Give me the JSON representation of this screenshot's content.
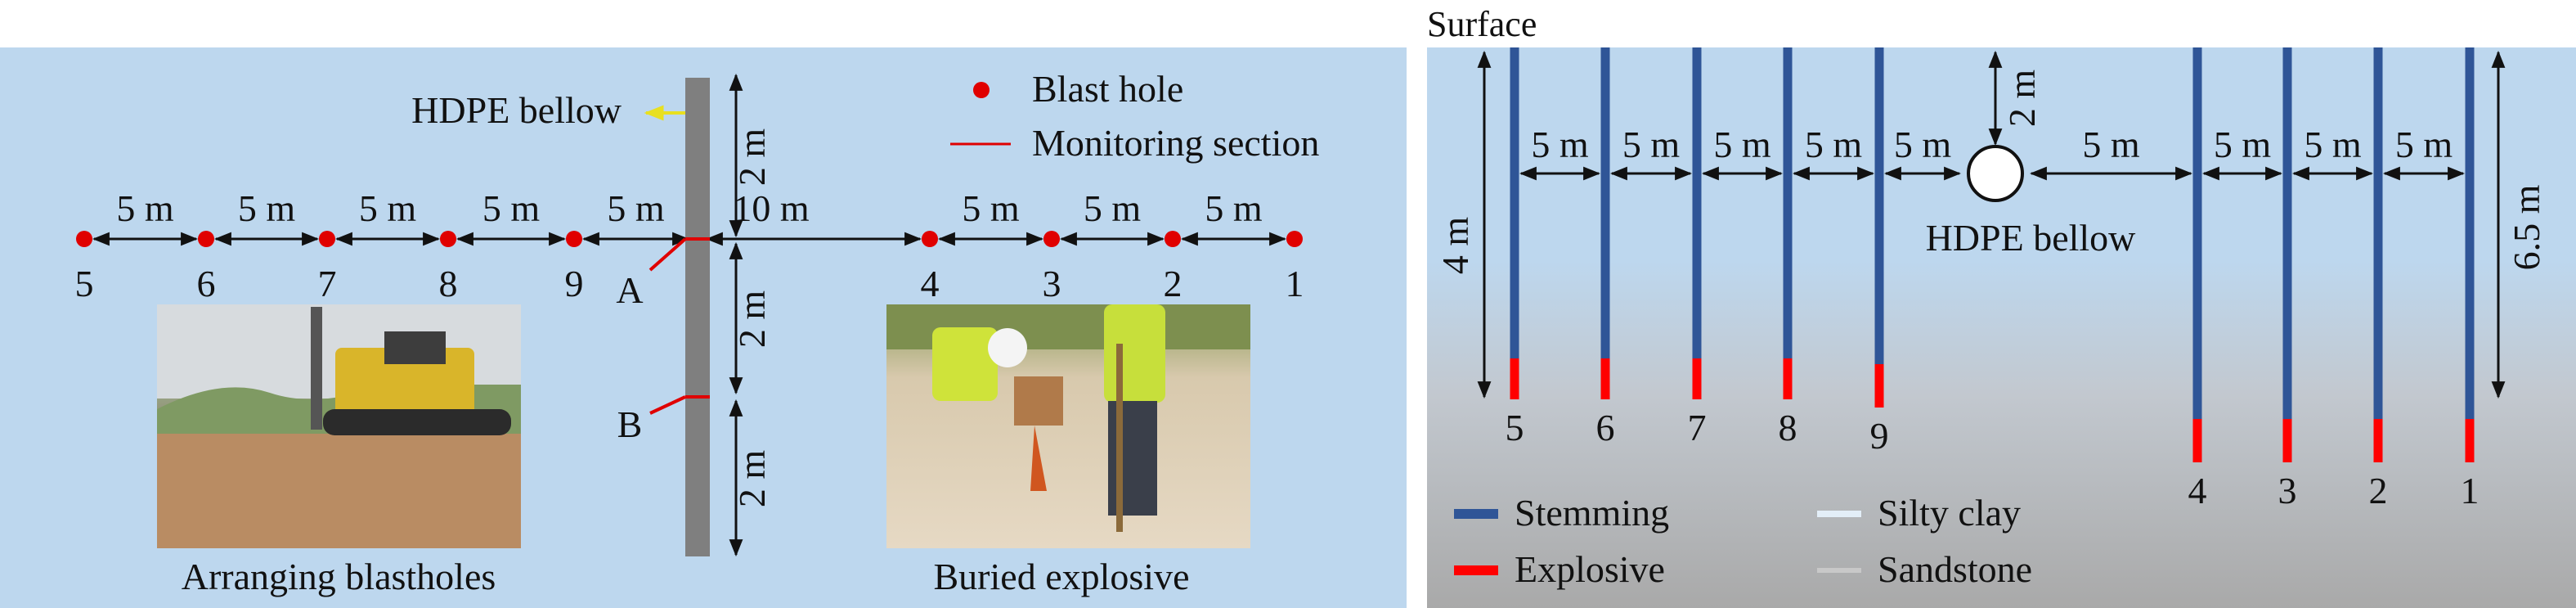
{
  "plan": {
    "legend": {
      "blast_hole": "Blast hole",
      "monitoring_section": "Monitoring section"
    },
    "bellow_label": "HDPE bellow",
    "holes": [
      "5",
      "6",
      "7",
      "8",
      "9",
      "4",
      "3",
      "2",
      "1"
    ],
    "spacings": [
      "5 m",
      "5 m",
      "5 m",
      "5 m",
      "5 m",
      "10 m",
      "5 m",
      "5 m",
      "5 m"
    ],
    "vertical_dims": [
      "2 m",
      "2 m",
      "2 m"
    ],
    "section_labels": [
      "A",
      "B"
    ],
    "photo_captions": [
      "Arranging blastholes",
      "Buried explosive"
    ]
  },
  "section": {
    "surface_label": "Surface",
    "bellow_label": "HDPE bellow",
    "holes": [
      "5",
      "6",
      "7",
      "8",
      "9",
      "4",
      "3",
      "2",
      "1"
    ],
    "spacings": [
      "5 m",
      "5 m",
      "5 m",
      "5 m",
      "5 m",
      "5 m",
      "5 m",
      "5 m",
      "5 m"
    ],
    "depth_left": "4 m",
    "depth_right": "6.5 m",
    "bellow_depth": "2 m",
    "legend": {
      "stemming": "Stemming",
      "explosive": "Explosive",
      "silty_clay": "Silty clay",
      "sandstone": "Sandstone"
    }
  },
  "colors": {
    "panel_bg": "#bdd7ee",
    "blast_hole": "#e00000",
    "monitoring_line": "#e00000",
    "bellow_bar": "#7f7f7f",
    "stemming": "#2f5597",
    "explosive": "#ff0000",
    "arrow_yellow": "#e8e020"
  }
}
